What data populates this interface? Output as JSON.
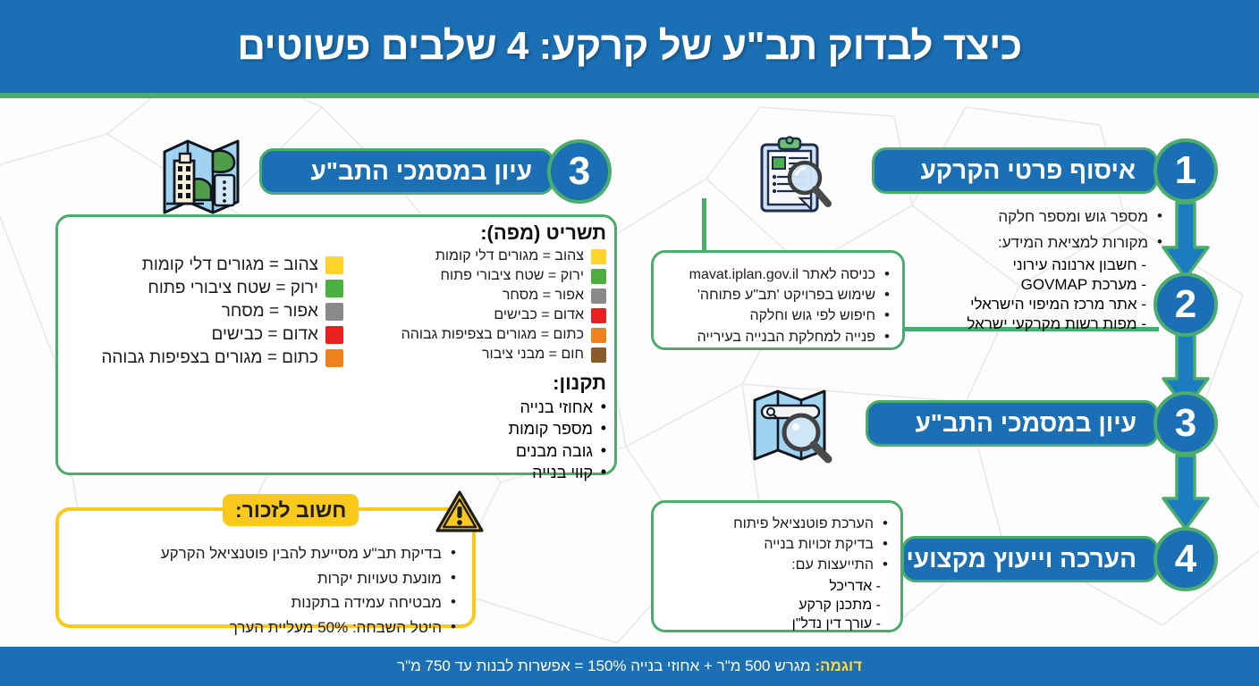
{
  "header": {
    "title": "כיצד לבדוק תב\"ע של קרקע: 4 שלבים פשוטים"
  },
  "footer": {
    "label": "דוגמה:",
    "text": "מגרש 500 מ\"ר + אחוזי בנייה 150% = אפשרות לבנות עד 750 מ\"ר"
  },
  "colors": {
    "brand_blue": "#1b6fb5",
    "brand_green": "#4bad6c",
    "warning_yellow": "#fbc91c",
    "text_dark": "#1d1d1b"
  },
  "steps": [
    {
      "number": "1",
      "title": "איסוף פרטי הקרקע",
      "icon": "clipboard-magnifier-icon",
      "bullets": [
        "מספר גוש ומספר חלקה",
        "מקורות למציאת המידע:"
      ],
      "sub_items": [
        "- חשבון ארנונה עירוני",
        "- מערכת GOVMAP",
        "- אתר מרכז המיפוי הישראלי",
        "- מפות רשות מקרקעי ישראל"
      ]
    },
    {
      "number": "2",
      "title": "",
      "bullets": [
        "כניסה לאתר mavat.iplan.gov.il",
        "שימוש בפרויקט 'תב\"ע פתוחה'",
        "חיפוש לפי גוש וחלקה",
        "פנייה למחלקת הבנייה בעירייה"
      ]
    },
    {
      "number": "3",
      "title": "עיון במסמכי התב\"ע",
      "icon": "map-magnifier-icon"
    },
    {
      "number": "4",
      "title": "הערכה וייעוץ מקצועי",
      "icon": "consultation-people-icon",
      "bullets": [
        "הערכת פוטנציאל פיתוח",
        "בדיקת זכויות בנייה",
        "התייעצות עם:"
      ],
      "sub_items": [
        "- אדריכל",
        "- מתכנן קרקע",
        "- עורך דין נדל\"ן"
      ]
    }
  ],
  "left_panel": {
    "step_number": "3",
    "step_title": "עיון במסמכי התב\"ע",
    "icon": "map-buildings-icon",
    "map_legend": {
      "heading": "תשריט (מפה):",
      "items": [
        {
          "color": "#ffd428",
          "text": "צהוב = מגורים דלי קומות"
        },
        {
          "color": "#4caf3f",
          "text": "ירוק = שטח ציבורי פתוח"
        },
        {
          "color": "#8a8a8a",
          "text": "אפור = מסחר"
        },
        {
          "color": "#e8201f",
          "text": "אדום = כבישים"
        },
        {
          "color": "#f0821e",
          "text": "כתום = מגורים בצפיפות גבוהה"
        },
        {
          "color": "#8a5a2b",
          "text": "חום = מבני ציבור"
        }
      ]
    },
    "map_legend_secondary": {
      "items": [
        {
          "color": "#ffd428",
          "text": "צהוב = מגורים דלי קומות"
        },
        {
          "color": "#4caf3f",
          "text": "ירוק = שטח ציבורי פתוח"
        },
        {
          "color": "#8a8a8a",
          "text": "אפור = מסחר"
        },
        {
          "color": "#e8201f",
          "text": "אדום = כבישים"
        },
        {
          "color": "#f0821e",
          "text": "כתום = מגורים בצפיפות גבוהה"
        }
      ]
    },
    "regulations": {
      "heading": "תקנון:",
      "items": [
        "אחוזי בנייה",
        "מספר קומות",
        "גובה מבנים",
        "קווי בנייה"
      ]
    }
  },
  "warning": {
    "tab_label": "חשוב לזכור:",
    "icon": "warning-triangle-icon",
    "items": [
      "בדיקת תב\"ע מסייעת להבין פוטנציאל הקרקע",
      "מונעת טעויות יקרות",
      "מבטיחה עמידה בתקנות",
      "היטל השבחה: 50% מעליית הערך"
    ]
  }
}
